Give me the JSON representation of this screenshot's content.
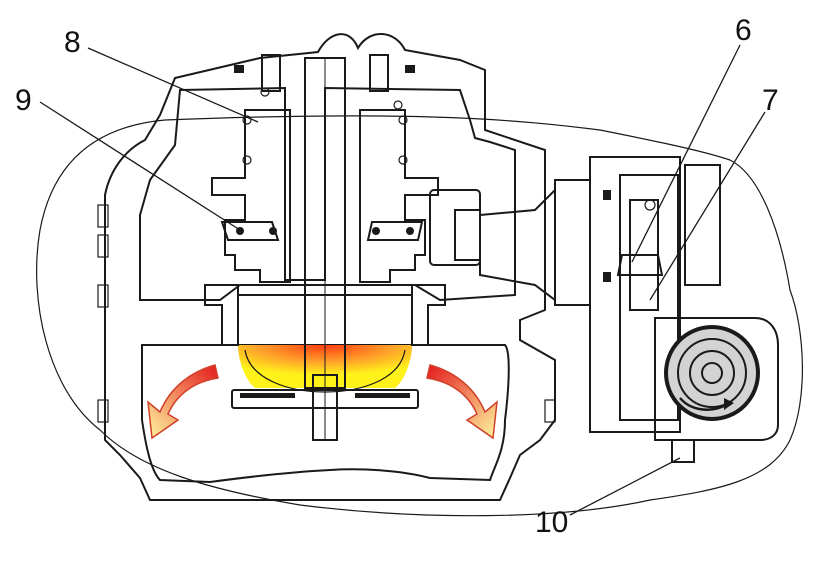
{
  "colors": {
    "housing": "#d3d3d3",
    "hot_chamber": "#e4191b",
    "cool_chamber": "#fff21a",
    "coolant_block": "#5fe3e8",
    "heat_gradient": "#ff8a1a",
    "outline": "#1a1a1a"
  },
  "labels": {
    "six": "6",
    "seven": "7",
    "eight": "8",
    "nine": "9",
    "ten": "10"
  }
}
